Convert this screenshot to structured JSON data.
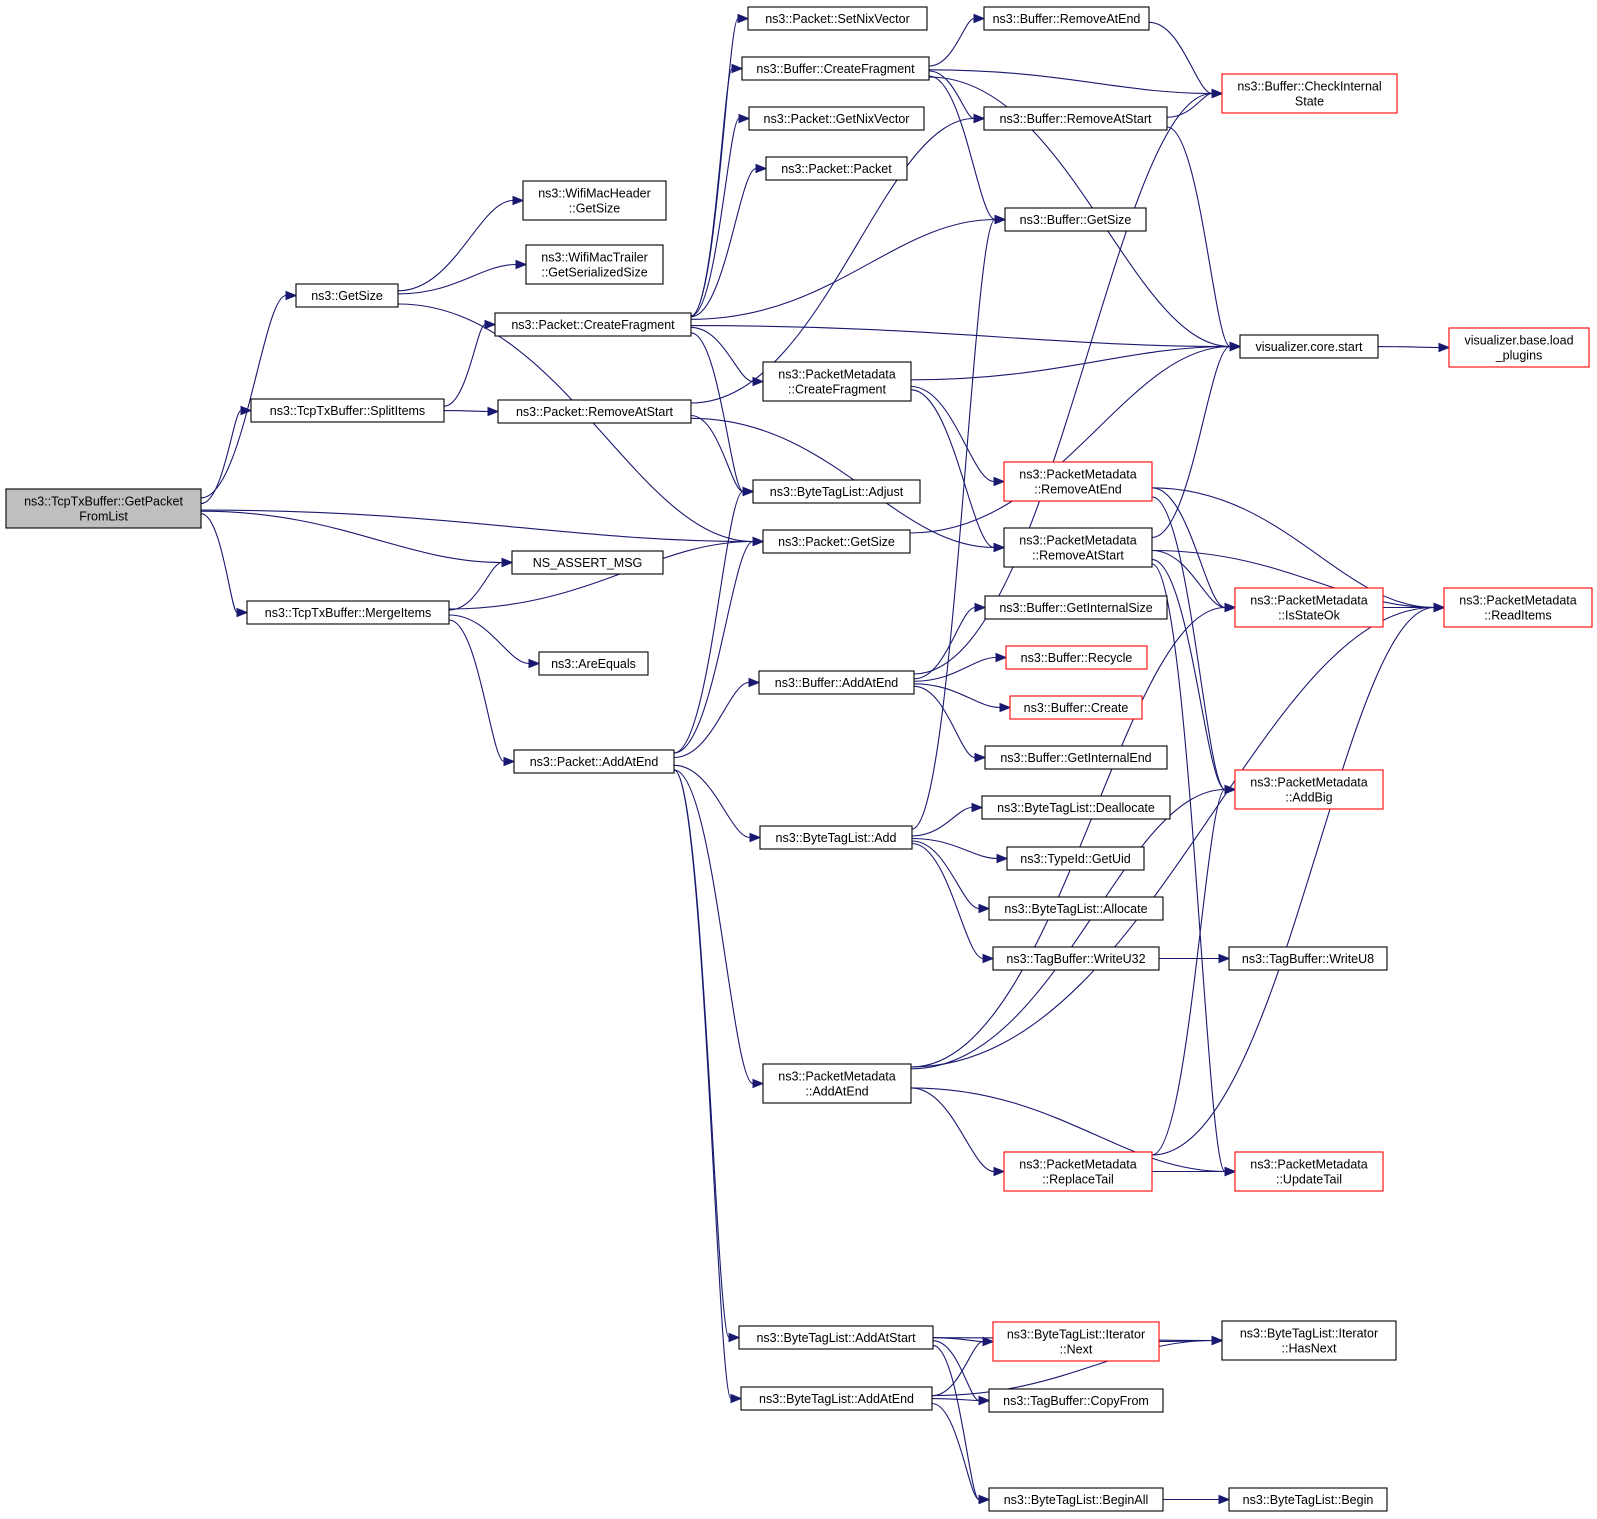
{
  "nodes": [
    {
      "id": "root",
      "lines": [
        "ns3::TcpTxBuffer::GetPacket",
        "FromList"
      ],
      "style": "root"
    },
    {
      "id": "getsize_free",
      "lines": [
        "ns3::GetSize"
      ],
      "style": "black"
    },
    {
      "id": "split",
      "lines": [
        "ns3::TcpTxBuffer::SplitItems"
      ],
      "style": "black"
    },
    {
      "id": "merge",
      "lines": [
        "ns3::TcpTxBuffer::MergeItems"
      ],
      "style": "black"
    },
    {
      "id": "wifihdr",
      "lines": [
        "ns3::WifiMacHeader",
        "::GetSize"
      ],
      "style": "black"
    },
    {
      "id": "wifitrl",
      "lines": [
        "ns3::WifiMacTrailer",
        "::GetSerializedSize"
      ],
      "style": "black"
    },
    {
      "id": "pkt_cf",
      "lines": [
        "ns3::Packet::CreateFragment"
      ],
      "style": "black"
    },
    {
      "id": "pkt_ras",
      "lines": [
        "ns3::Packet::RemoveAtStart"
      ],
      "style": "black"
    },
    {
      "id": "nsassert",
      "lines": [
        "NS_ASSERT_MSG"
      ],
      "style": "black"
    },
    {
      "id": "areeq",
      "lines": [
        "ns3::AreEquals"
      ],
      "style": "black"
    },
    {
      "id": "pkt_aae",
      "lines": [
        "ns3::Packet::AddAtEnd"
      ],
      "style": "black"
    },
    {
      "id": "setnix",
      "lines": [
        "ns3::Packet::SetNixVector"
      ],
      "style": "black"
    },
    {
      "id": "buf_cf",
      "lines": [
        "ns3::Buffer::CreateFragment"
      ],
      "style": "black"
    },
    {
      "id": "getnix",
      "lines": [
        "ns3::Packet::GetNixVector"
      ],
      "style": "black"
    },
    {
      "id": "pkt_pkt",
      "lines": [
        "ns3::Packet::Packet"
      ],
      "style": "black"
    },
    {
      "id": "pm_cf",
      "lines": [
        "ns3::PacketMetadata",
        "::CreateFragment"
      ],
      "style": "black"
    },
    {
      "id": "btl_adj",
      "lines": [
        "ns3::ByteTagList::Adjust"
      ],
      "style": "black"
    },
    {
      "id": "pkt_gs",
      "lines": [
        "ns3::Packet::GetSize"
      ],
      "style": "black"
    },
    {
      "id": "buf_aae",
      "lines": [
        "ns3::Buffer::AddAtEnd"
      ],
      "style": "black"
    },
    {
      "id": "btl_add",
      "lines": [
        "ns3::ByteTagList::Add"
      ],
      "style": "black"
    },
    {
      "id": "pm_aae",
      "lines": [
        "ns3::PacketMetadata",
        "::AddAtEnd"
      ],
      "style": "black"
    },
    {
      "id": "btl_aas",
      "lines": [
        "ns3::ByteTagList::AddAtStart"
      ],
      "style": "black"
    },
    {
      "id": "btl_aae",
      "lines": [
        "ns3::ByteTagList::AddAtEnd"
      ],
      "style": "black"
    },
    {
      "id": "buf_rae",
      "lines": [
        "ns3::Buffer::RemoveAtEnd"
      ],
      "style": "black"
    },
    {
      "id": "buf_ras",
      "lines": [
        "ns3::Buffer::RemoveAtStart"
      ],
      "style": "black"
    },
    {
      "id": "buf_gs",
      "lines": [
        "ns3::Buffer::GetSize"
      ],
      "style": "black"
    },
    {
      "id": "pm_rae",
      "lines": [
        "ns3::PacketMetadata",
        "::RemoveAtEnd"
      ],
      "style": "red"
    },
    {
      "id": "pm_ras",
      "lines": [
        "ns3::PacketMetadata",
        "::RemoveAtStart"
      ],
      "style": "black"
    },
    {
      "id": "buf_gis",
      "lines": [
        "ns3::Buffer::GetInternalSize"
      ],
      "style": "black"
    },
    {
      "id": "buf_rec",
      "lines": [
        "ns3::Buffer::Recycle"
      ],
      "style": "red"
    },
    {
      "id": "buf_cre",
      "lines": [
        "ns3::Buffer::Create"
      ],
      "style": "red"
    },
    {
      "id": "buf_gie",
      "lines": [
        "ns3::Buffer::GetInternalEnd"
      ],
      "style": "black"
    },
    {
      "id": "btl_dealloc",
      "lines": [
        "ns3::ByteTagList::Deallocate"
      ],
      "style": "black"
    },
    {
      "id": "tid_uid",
      "lines": [
        "ns3::TypeId::GetUid"
      ],
      "style": "black"
    },
    {
      "id": "btl_alloc",
      "lines": [
        "ns3::ByteTagList::Allocate"
      ],
      "style": "black"
    },
    {
      "id": "tb_wu32",
      "lines": [
        "ns3::TagBuffer::WriteU32"
      ],
      "style": "black"
    },
    {
      "id": "pm_rt",
      "lines": [
        "ns3::PacketMetadata",
        "::ReplaceTail"
      ],
      "style": "red"
    },
    {
      "id": "btl_it_next",
      "lines": [
        "ns3::ByteTagList::Iterator",
        "::Next"
      ],
      "style": "red"
    },
    {
      "id": "tb_copy",
      "lines": [
        "ns3::TagBuffer::CopyFrom"
      ],
      "style": "black"
    },
    {
      "id": "btl_beginall",
      "lines": [
        "ns3::ByteTagList::BeginAll"
      ],
      "style": "black"
    },
    {
      "id": "buf_cis",
      "lines": [
        "ns3::Buffer::CheckInternal",
        "State"
      ],
      "style": "red"
    },
    {
      "id": "viz_start",
      "lines": [
        "visualizer.core.start"
      ],
      "style": "black"
    },
    {
      "id": "pm_iso",
      "lines": [
        "ns3::PacketMetadata",
        "::IsStateOk"
      ],
      "style": "red"
    },
    {
      "id": "pm_addbig",
      "lines": [
        "ns3::PacketMetadata",
        "::AddBig"
      ],
      "style": "red"
    },
    {
      "id": "tb_wu8",
      "lines": [
        "ns3::TagBuffer::WriteU8"
      ],
      "style": "black"
    },
    {
      "id": "pm_ut",
      "lines": [
        "ns3::PacketMetadata",
        "::UpdateTail"
      ],
      "style": "red"
    },
    {
      "id": "btl_it_hn",
      "lines": [
        "ns3::ByteTagList::Iterator",
        "::HasNext"
      ],
      "style": "black"
    },
    {
      "id": "btl_begin",
      "lines": [
        "ns3::ByteTagList::Begin"
      ],
      "style": "black"
    },
    {
      "id": "viz_load",
      "lines": [
        "visualizer.base.load",
        "_plugins"
      ],
      "style": "red"
    },
    {
      "id": "pm_ri",
      "lines": [
        "ns3::PacketMetadata",
        "::ReadItems"
      ],
      "style": "red"
    }
  ],
  "edges": [
    [
      "root",
      "getsize_free"
    ],
    [
      "root",
      "split"
    ],
    [
      "root",
      "pkt_gs"
    ],
    [
      "root",
      "nsassert"
    ],
    [
      "root",
      "merge"
    ],
    [
      "getsize_free",
      "wifihdr"
    ],
    [
      "getsize_free",
      "wifitrl"
    ],
    [
      "getsize_free",
      "pkt_gs"
    ],
    [
      "split",
      "pkt_cf"
    ],
    [
      "split",
      "pkt_ras"
    ],
    [
      "merge",
      "nsassert"
    ],
    [
      "merge",
      "pkt_gs"
    ],
    [
      "merge",
      "areeq"
    ],
    [
      "merge",
      "pkt_aae"
    ],
    [
      "pkt_cf",
      "setnix"
    ],
    [
      "pkt_cf",
      "buf_cf"
    ],
    [
      "pkt_cf",
      "getnix"
    ],
    [
      "pkt_cf",
      "pkt_pkt"
    ],
    [
      "pkt_cf",
      "buf_gs"
    ],
    [
      "pkt_cf",
      "viz_start"
    ],
    [
      "pkt_cf",
      "pm_cf"
    ],
    [
      "pkt_cf",
      "btl_adj"
    ],
    [
      "pkt_ras",
      "buf_ras"
    ],
    [
      "pkt_ras",
      "btl_adj"
    ],
    [
      "pkt_ras",
      "pm_ras"
    ],
    [
      "pkt_aae",
      "btl_adj"
    ],
    [
      "pkt_aae",
      "pkt_gs"
    ],
    [
      "pkt_aae",
      "buf_aae"
    ],
    [
      "pkt_aae",
      "btl_add"
    ],
    [
      "pkt_aae",
      "pm_aae"
    ],
    [
      "pkt_aae",
      "btl_aas"
    ],
    [
      "pkt_aae",
      "btl_aae"
    ],
    [
      "buf_cf",
      "buf_rae"
    ],
    [
      "buf_cf",
      "buf_cis"
    ],
    [
      "buf_cf",
      "buf_ras"
    ],
    [
      "buf_cf",
      "buf_gs"
    ],
    [
      "buf_cf",
      "viz_start"
    ],
    [
      "buf_rae",
      "buf_cis"
    ],
    [
      "buf_ras",
      "buf_cis"
    ],
    [
      "buf_ras",
      "viz_start"
    ],
    [
      "pm_cf",
      "viz_start"
    ],
    [
      "pm_cf",
      "pm_rae"
    ],
    [
      "pm_cf",
      "pm_ras"
    ],
    [
      "pkt_gs",
      "viz_start"
    ],
    [
      "buf_aae",
      "buf_cis"
    ],
    [
      "buf_aae",
      "buf_gis"
    ],
    [
      "buf_aae",
      "buf_rec"
    ],
    [
      "buf_aae",
      "buf_cre"
    ],
    [
      "buf_aae",
      "buf_gie"
    ],
    [
      "btl_add",
      "buf_gs"
    ],
    [
      "btl_add",
      "btl_dealloc"
    ],
    [
      "btl_add",
      "tid_uid"
    ],
    [
      "btl_add",
      "btl_alloc"
    ],
    [
      "btl_add",
      "tb_wu32"
    ],
    [
      "tb_wu32",
      "tb_wu8"
    ],
    [
      "pm_rae",
      "pm_iso"
    ],
    [
      "pm_rae",
      "pm_ri"
    ],
    [
      "pm_rae",
      "pm_addbig"
    ],
    [
      "pm_ras",
      "viz_start"
    ],
    [
      "pm_ras",
      "pm_iso"
    ],
    [
      "pm_ras",
      "pm_ri"
    ],
    [
      "pm_ras",
      "pm_addbig"
    ],
    [
      "pm_ras",
      "pm_ut"
    ],
    [
      "pm_iso",
      "pm_ri"
    ],
    [
      "pm_aae",
      "pm_iso"
    ],
    [
      "pm_aae",
      "pm_addbig"
    ],
    [
      "pm_aae",
      "pm_ri"
    ],
    [
      "pm_aae",
      "pm_rt"
    ],
    [
      "pm_aae",
      "pm_ut"
    ],
    [
      "pm_rt",
      "pm_addbig"
    ],
    [
      "pm_rt",
      "pm_ut"
    ],
    [
      "pm_rt",
      "pm_ri"
    ],
    [
      "viz_start",
      "viz_load"
    ],
    [
      "btl_aas",
      "btl_it_hn"
    ],
    [
      "btl_aas",
      "btl_it_next"
    ],
    [
      "btl_aas",
      "tb_copy"
    ],
    [
      "btl_aas",
      "btl_beginall"
    ],
    [
      "btl_aae",
      "btl_it_next"
    ],
    [
      "btl_aae",
      "tb_copy"
    ],
    [
      "btl_aae",
      "btl_it_hn"
    ],
    [
      "btl_aae",
      "btl_beginall"
    ],
    [
      "btl_it_next",
      "btl_it_hn"
    ],
    [
      "btl_beginall",
      "btl_begin"
    ]
  ]
}
